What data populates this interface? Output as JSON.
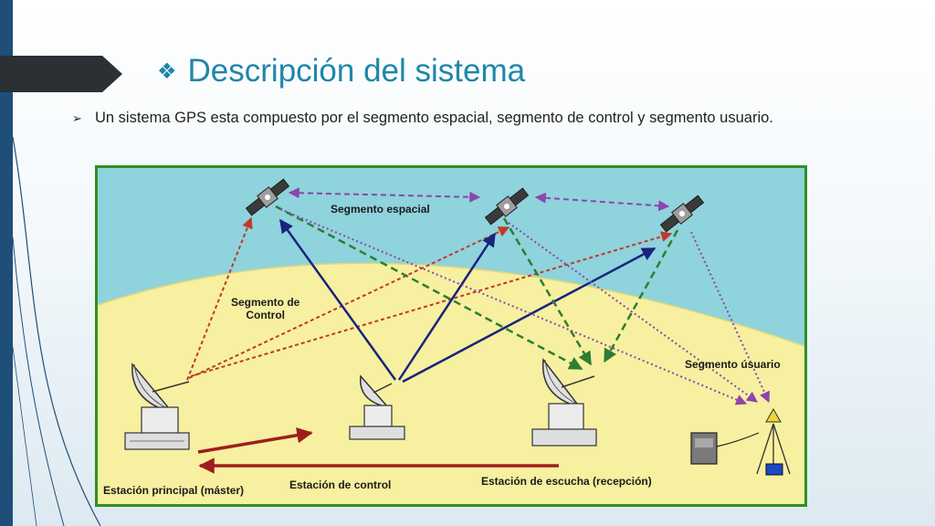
{
  "slide": {
    "title": "Descripción del sistema",
    "title_icon": "four-diamond-bullet-icon",
    "bullet_text": "Un sistema GPS esta compuesto por el segmento espacial, segmento de control y segmento usuario.",
    "bullet_icon": "arrowhead-bullet-icon"
  },
  "diagram": {
    "labels": {
      "segmento_espacial": "Segmento espacial",
      "segmento_control_line1": "Segmento de",
      "segmento_control_line2": "Control",
      "segmento_usuario": "Segmento úsuario",
      "estacion_principal": "Estación principal (máster)",
      "estacion_control": "Estación de control",
      "estacion_escucha": "Estación de escucha (recepción)"
    },
    "colors": {
      "sky": "#8fd3dc",
      "ground": "#f6f0a0",
      "border": "#2f8f24",
      "control_link": "#c0392b",
      "user_link": "#8e44ad",
      "uplink": "#1a237e",
      "downlink": "#2e7d32",
      "ground_arrow": "#a01d1d",
      "accent": "#1f86a8"
    }
  }
}
